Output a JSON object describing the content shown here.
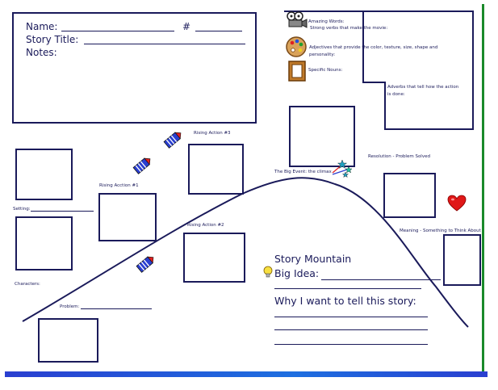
{
  "header": {
    "name_label": "Name:",
    "number_label": "#",
    "story_title_label": "Story Title:",
    "notes_label": "Notes:"
  },
  "word_bank": {
    "amazing_words": "Amazing Words:",
    "strong_verbs": "Strong verbs that make the movie:",
    "adjectives": "Adjectives that provide the color, texture, size, shape and personality:",
    "specific_nouns": "Specific Nouns:",
    "adverbs": "Adverbs that tell how the action is done:"
  },
  "mountain": {
    "setting": "Setting:",
    "characters": "Characters:",
    "problem": "Problem:",
    "rising_action_1": "Rising Acction #1",
    "rising_action_2": "Rising Action #2",
    "rising_action_3": "Rising Action #3",
    "big_event": "The Big Event: the climax",
    "resolution": "Resolution - Problem Solved",
    "meaning": "Meaning - Something to Think About"
  },
  "bottom": {
    "story_mountain": "Story Mountain",
    "big_idea": "Big Idea:",
    "why": "Why I want to tell this story:"
  },
  "colors": {
    "ink": "#1a1a5a",
    "frame_green": "#1a8a2a",
    "frame_blue": "#2a3fd0",
    "heart": "#e01818",
    "rocket": "#2a3fd0"
  },
  "icons": [
    "movie-camera-icon",
    "paint-palette-icon",
    "picture-frame-icon",
    "rocket-icon",
    "stars-icon",
    "heart-icon",
    "lightbulb-icon"
  ]
}
